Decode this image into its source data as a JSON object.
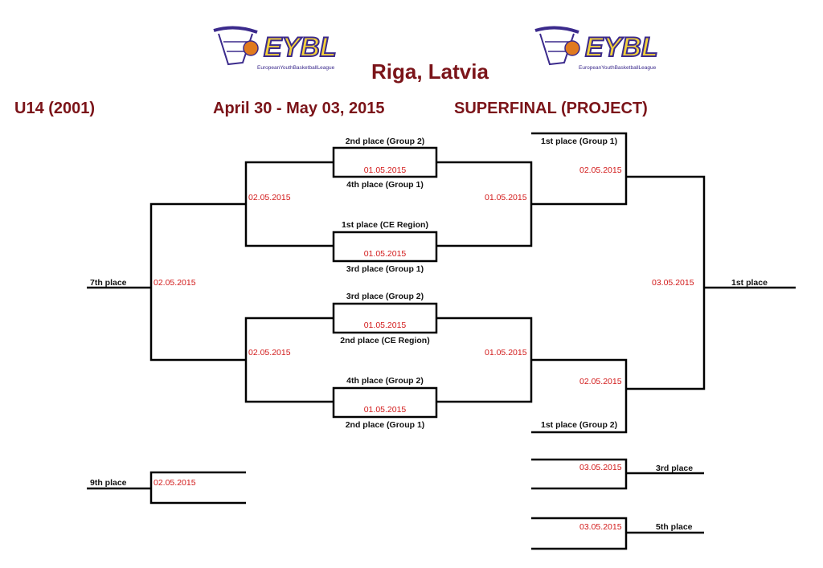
{
  "header": {
    "city": "Riga, Latvia",
    "category": "U14 (2001)",
    "dates": "April 30 - May 03, 2015",
    "stage": "SUPERFINAL (PROJECT)"
  },
  "logo": {
    "wordmark": "EYBL",
    "tagline": "EuropeanYouthBasketballLeague",
    "colors": {
      "purple": "#3b2a8c",
      "yellow": "#f4d23a",
      "ball": "#e07a1f"
    }
  },
  "bracket": {
    "teams": {
      "t1": "2nd place (Group 2)",
      "t2": "4th place (Group 1)",
      "t3": "1st place (CE Region)",
      "t4": "3rd place (Group 1)",
      "t5": "3rd place (Group 2)",
      "t6": "2nd place (CE Region)",
      "t7": "4th place (Group 2)",
      "t8": "2nd place (Group 1)",
      "t9": "1st place (Group 1)",
      "t10": "1st place (Group 2)"
    },
    "dates": {
      "qf1": "01.05.2015",
      "qf2": "01.05.2015",
      "qf3": "01.05.2015",
      "qf4": "01.05.2015",
      "sf_left_top": "02.05.2015",
      "sf_left_bottom": "02.05.2015",
      "r_left_top": "01.05.2015",
      "r_left_bottom": "01.05.2015",
      "semi_top": "02.05.2015",
      "semi_bottom": "02.05.2015",
      "place7": "02.05.2015",
      "final": "03.05.2015",
      "place9": "02.05.2015",
      "place3": "03.05.2015",
      "place5": "03.05.2015"
    },
    "places": {
      "p1": "1st place",
      "p3": "3rd place",
      "p5": "5th place",
      "p7": "7th place",
      "p9": "9th place"
    }
  },
  "colors": {
    "title": "#7b1419",
    "date": "#d21a1a",
    "line": "#000000"
  }
}
